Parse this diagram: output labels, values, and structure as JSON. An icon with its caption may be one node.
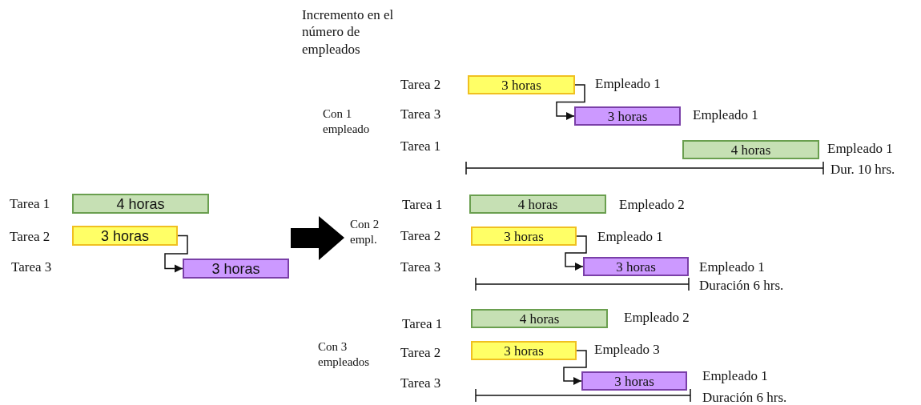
{
  "diagram": {
    "nodes": [
      {
        "text": [
          "4 horas"
        ]
      },
      {
        "text": [
          "3 horas"
        ]
      },
      {
        "text": [
          "3 horas"
        ]
      },
      {
        "text": [
          "3 horas"
        ],
        "beside": [
          "Empleado 1"
        ]
      },
      {
        "text": [
          "3 horas"
        ],
        "beside": [
          "Empleado 1"
        ]
      },
      {
        "text": [
          "4 horas"
        ],
        "beside": [
          "Empleado 1"
        ]
      },
      {
        "text": [
          "4 horas"
        ],
        "beside": [
          "Empleado 2"
        ]
      },
      {
        "text": [
          "3 horas"
        ],
        "beside": [
          "Empleado 1"
        ]
      },
      {
        "text": [
          "3 horas"
        ],
        "beside": [
          "Empleado 1"
        ]
      },
      {
        "text": [
          "4 horas"
        ],
        "beside": [
          "Empleado 2"
        ]
      },
      {
        "text": [
          "3 horas"
        ],
        "beside": [
          "Empleado 3"
        ]
      },
      {
        "text": [
          "3 horas"
        ],
        "beside": [
          "Empleado 1"
        ]
      }
    ],
    "edges": [
      {
        "from": 1,
        "to": 2,
        "arrow": "to"
      },
      {
        "from": 3,
        "to": 4,
        "arrow": "to"
      },
      {
        "from": 7,
        "to": 8,
        "arrow": "to"
      },
      {
        "from": 10,
        "to": 11,
        "arrow": "to"
      }
    ],
    "labels": [
      "Incremento en el número de empleados",
      "Tarea 1",
      "Tarea 2",
      "Tarea 3",
      "Tarea 2",
      "Con 1 empleado",
      "Tarea 3",
      "Tarea 1",
      "Dur. 10 hrs.",
      "Tarea 1",
      "Con 2 empl.",
      "Tarea 2",
      "Tarea 3",
      "Duración 6 hrs.",
      "Tarea 1",
      "Con 3 empleados",
      "Tarea 2",
      "Tarea 3",
      "Duración 6 hrs."
    ]
  }
}
